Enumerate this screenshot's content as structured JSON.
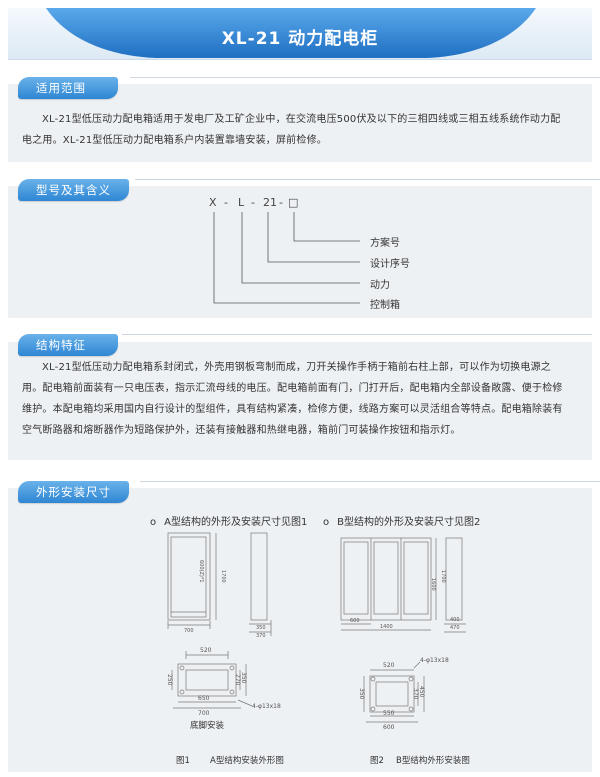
{
  "header": {
    "title": "XL-21  动力配电柜"
  },
  "scope": {
    "tab": "适用范围",
    "text": "XL-21型低压动力配电箱适用于发电厂及工矿企业中，在交流电压500伏及以下的三相四线或三相五线系统作动力配电之用。XL-21型低压动力配电箱系户内装置靠墙安装，屏前检修。"
  },
  "model": {
    "tab": "型号及其含义",
    "code": {
      "x": "X",
      "d1": "-",
      "l": "L",
      "d2": "-",
      "n": "21",
      "d3": "-",
      "box": "□"
    },
    "labels": [
      "方案号",
      "设计序号",
      "动力",
      "控制箱"
    ]
  },
  "structure": {
    "tab": "结构特征",
    "text": "XL-21型低压动力配电箱系封闭式，外壳用钢板弯制而成，刀开关操作手柄于箱前右柱上部，可以作为切换电源之用。配电箱前面装有一只电压表，指示汇流母线的电压。配电箱前面有门，门打开后，配电箱内全部设备敞露、便于检修维护。本配电箱均采用国内自行设计的型组件，具有结构紧凑，检修方便，线路方案可以灵活组合等特点。配电箱除装有空气断路器和熔断器作为短路保护外，还装有接触器和热继电器，箱前门可装操作按钮和指示灯。"
  },
  "dims": {
    "tab": "外形安装尺寸",
    "bullet": "o",
    "ref_a": "A型结构的外形及安装尺寸见图1",
    "ref_b": "B型结构的外形及安装尺寸见图2",
    "fig_a": {
      "door_label": "600(Z)*1",
      "height": "1700",
      "width": "700",
      "side_1": "350",
      "side_2": "370",
      "base_top": "520",
      "base_left": "250",
      "base_r1": "270",
      "base_r2": "350",
      "base_w1": "650",
      "base_w2": "700",
      "hole": "4-φ13x18",
      "base_caption": "底脚安装",
      "caption_num": "图1",
      "caption": "A型结构安装外形图"
    },
    "fig_b": {
      "height": "1700",
      "inner_height": "1600",
      "w_inner": "600",
      "w_total": "1400",
      "side_1": "400",
      "side_2": "470",
      "hole": "4-φ13x18",
      "base_top": "520",
      "base_left": "350",
      "base_r1": "370",
      "base_r2": "450",
      "base_w1": "550",
      "base_w2": "600",
      "caption_num": "图2",
      "caption": "B型结构外形安装图"
    }
  },
  "colors": {
    "accent": "#2e86d3",
    "accent_light": "#6ab2ea",
    "panel": "#eef1f4"
  }
}
